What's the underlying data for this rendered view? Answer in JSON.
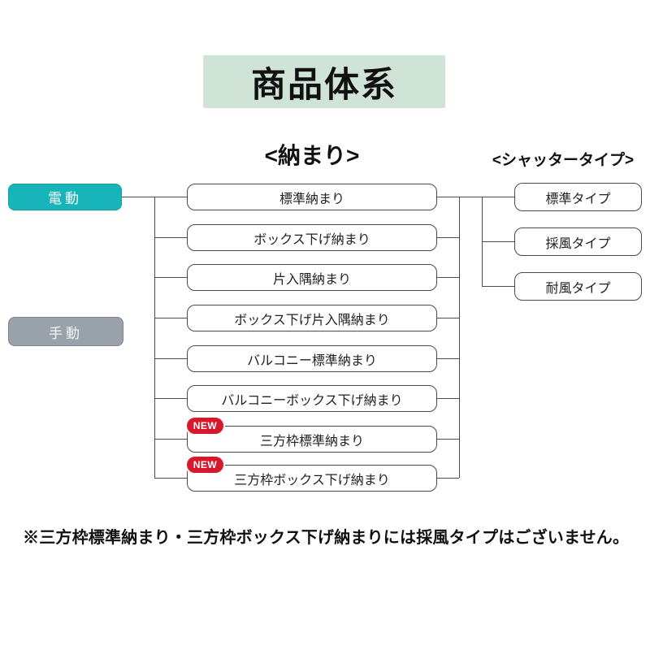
{
  "title": {
    "text": "商品体系"
  },
  "headers": {
    "middle": "<納まり>",
    "right": "<シャッタータイプ>"
  },
  "drive_modes": [
    {
      "label": "電動",
      "color": "#17b4ba"
    },
    {
      "label": "手動",
      "color": "#99a2aa"
    }
  ],
  "installations": {
    "new_badge_label": "NEW",
    "items": [
      {
        "label": "標準納まり",
        "new": false
      },
      {
        "label": "ボックス下げ納まり",
        "new": false
      },
      {
        "label": "片入隅納まり",
        "new": false
      },
      {
        "label": "ボックス下げ片入隅納まり",
        "new": false
      },
      {
        "label": "バルコニー標準納まり",
        "new": false
      },
      {
        "label": "バルコニーボックス下げ納まり",
        "new": false
      },
      {
        "label": "三方枠標準納まり",
        "new": true
      },
      {
        "label": "三方枠ボックス下げ納まり",
        "new": true
      }
    ]
  },
  "shutter_types": {
    "items": [
      {
        "label": "標準タイプ"
      },
      {
        "label": "採風タイプ"
      },
      {
        "label": "耐風タイプ"
      }
    ]
  },
  "footnote": "※三方枠標準納まり・三方枠ボックス下げ納まりには採風タイプはございません。",
  "colors": {
    "teal": "#17b4ba",
    "gray": "#99a2aa",
    "title-bg": "#cfe4d7",
    "new-red": "#d7182b",
    "line": "#4d4d4d"
  }
}
